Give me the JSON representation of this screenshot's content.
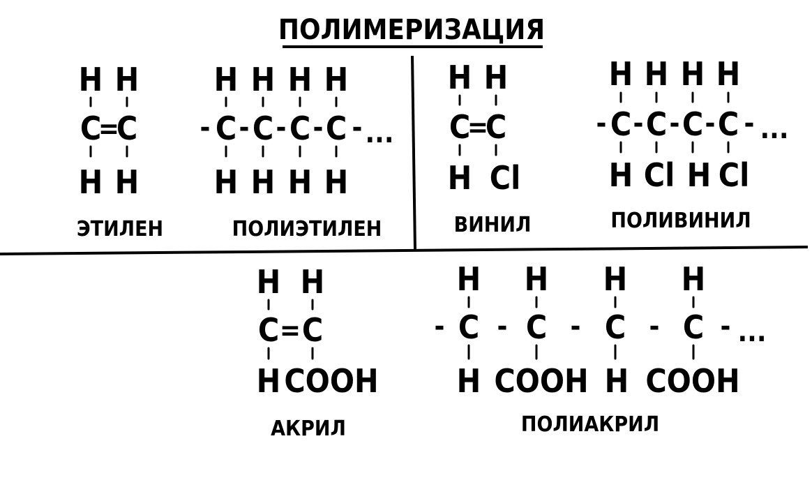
{
  "title": "ПОЛИМЕРИЗАЦИЯ",
  "compounds": [
    {
      "name": "ЭТИЛЕН",
      "top": [
        "H",
        "H"
      ],
      "chain": [
        "C",
        "=",
        "C"
      ],
      "bottom": [
        "H",
        "H"
      ]
    },
    {
      "name": "ПОЛИЭТИЛЕН",
      "top": [
        "H",
        "H",
        "H",
        "H"
      ],
      "chain": [
        "-",
        "C",
        "-",
        "C",
        "-",
        "C",
        "-",
        "C",
        "-",
        "..."
      ],
      "bottom": [
        "H",
        "H",
        "H",
        "H"
      ]
    },
    {
      "name": "ВИНИЛ",
      "top": [
        "H",
        "H"
      ],
      "chain": [
        "C",
        "=",
        "C"
      ],
      "bottom": [
        "H",
        "Cl"
      ]
    },
    {
      "name": "ПОЛИВИНИЛ",
      "top": [
        "H",
        "H",
        "H",
        "H"
      ],
      "chain": [
        "-",
        "C",
        "-",
        "C",
        "-",
        "C",
        "-",
        "C",
        "-",
        "..."
      ],
      "bottom": [
        "H",
        "Cl",
        "H",
        "Cl"
      ]
    },
    {
      "name": "АКРИЛ",
      "top": [
        "H",
        "H"
      ],
      "chain": [
        "C",
        "=",
        "C"
      ],
      "bottom": [
        "H",
        "COOH"
      ]
    },
    {
      "name": "ПОЛИАКРИЛ",
      "top": [
        "H",
        "H",
        "H",
        "H"
      ],
      "chain": [
        "-",
        "C",
        "-",
        "C",
        "-",
        "C",
        "-",
        "C",
        "-",
        "..."
      ],
      "bottom": [
        "H",
        "COOH",
        "H",
        "COOH"
      ]
    }
  ]
}
